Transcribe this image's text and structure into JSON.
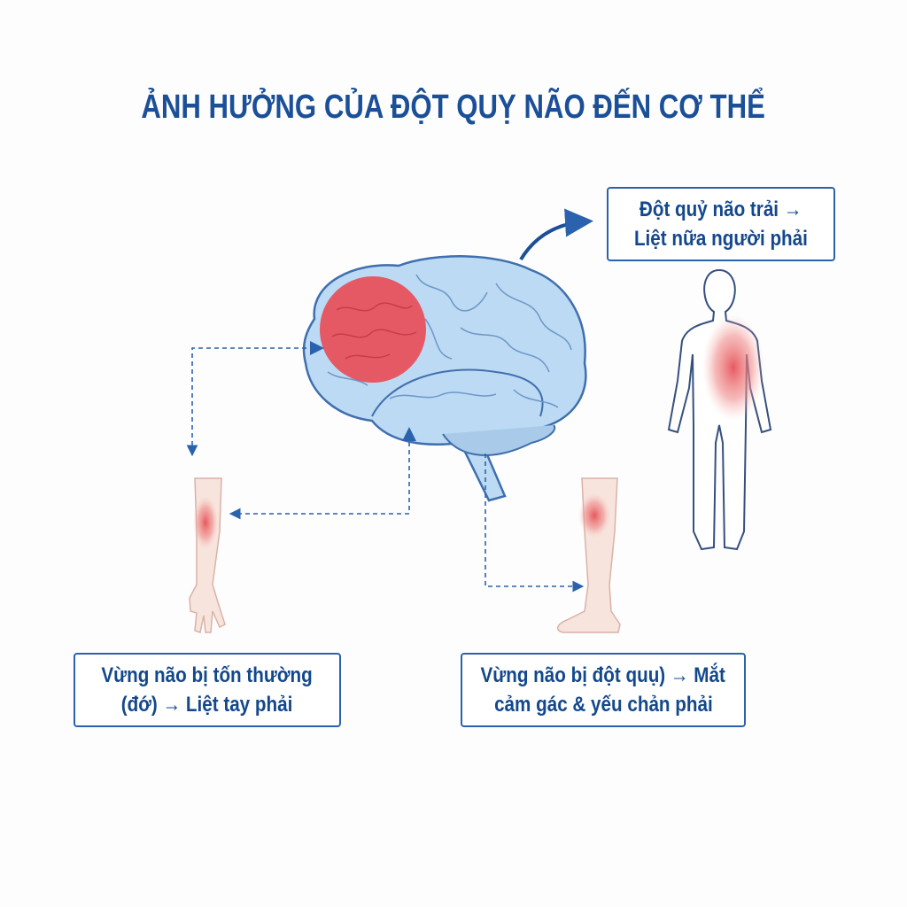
{
  "title": "ẢNH HƯỞNG CỦA ĐỘT QUỴ NÃO ĐẾN CƠ THỂ",
  "labels": {
    "left_hemisphere": {
      "line1": "Đột quỷ não trải →",
      "line2": "Liệt nữa người phải"
    },
    "arm": {
      "line1": "Vừng não bị tốn thường",
      "line2": "(đớ) → Liệt tay phải"
    },
    "leg": {
      "line1": "Vừng não bị đột quụ) → Mắt",
      "line2": "cảm gác & yếu chản phải"
    }
  },
  "colors": {
    "accent": "#1b4f97",
    "brain": "#bcdaf3",
    "lesion": "#e94a55"
  }
}
